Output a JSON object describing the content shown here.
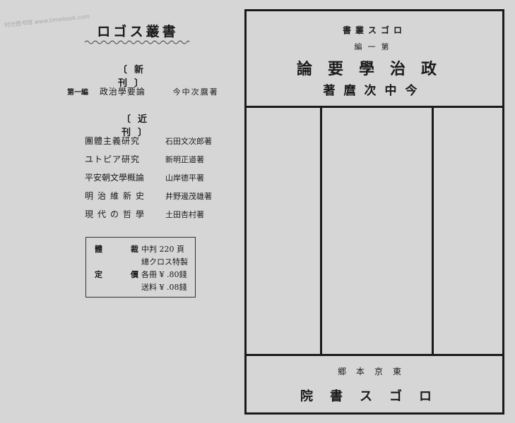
{
  "watermark": "时光图书馆 www.timebook.com",
  "left_page": {
    "series_title": "ロゴス叢書",
    "new_section": {
      "heading": "〔新 刊〕",
      "items": [
        {
          "number": "第一編",
          "title": "政治學要論",
          "author": "今中次麿著"
        }
      ]
    },
    "upcoming_section": {
      "heading": "〔近 刊〕",
      "items": [
        {
          "title": "團體主義研究",
          "author": "石田文次郎著"
        },
        {
          "title": "ユトピア研究",
          "author": "新明正道著"
        },
        {
          "title": "平安朝文學概論",
          "author": "山岸德平著"
        },
        {
          "title": "明治維新史",
          "author": "井野邊茂雄著"
        },
        {
          "title": "現代の哲學",
          "author": "土田杏村著"
        }
      ]
    },
    "specs": {
      "format_label": "體 裁",
      "format_lines": [
        "中判 220 頁",
        "總クロス特製"
      ],
      "price_label": "定 價",
      "price_lines": [
        "各冊 ¥ .80錢",
        "送料 ¥ .08錢"
      ]
    }
  },
  "right_page": {
    "series": "書叢スゴロ",
    "volume": "編一第",
    "title": "論要學治政",
    "author": "著麿次中今",
    "address": "郷本京東",
    "publisher": "院書スゴロ"
  }
}
